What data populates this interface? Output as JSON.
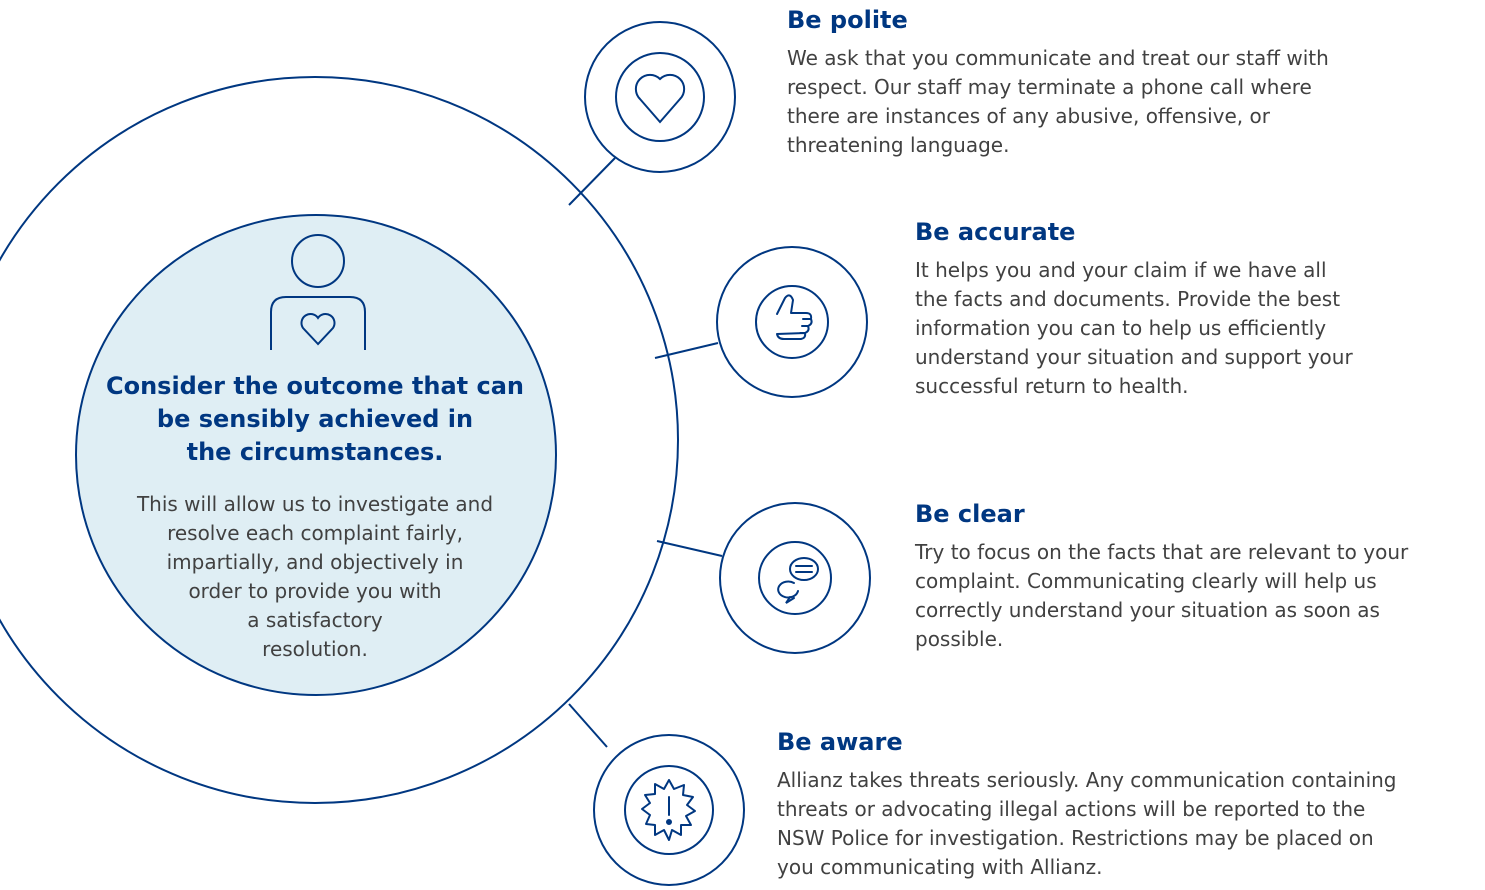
{
  "center": {
    "title_lines": [
      "Consider the outcome that can",
      "be sensibly achieved in",
      "the circumstances."
    ],
    "body_lines": [
      "This will allow us to investigate and",
      "resolve each complaint fairly,",
      "impartially, and objectively in",
      "order to provide you with",
      "a satisfactory",
      "resolution."
    ]
  },
  "items": [
    {
      "icon": "heart-icon",
      "heading": "Be polite",
      "body_lines": [
        "We ask that you communicate and treat our staff with",
        "respect. Our staff may terminate a phone call where",
        "there are instances of any abusive, offensive, or",
        "threatening language."
      ]
    },
    {
      "icon": "thumbs-up-icon",
      "heading": "Be accurate",
      "body_lines": [
        "It helps you and your claim if we have all",
        "the facts and documents. Provide the best",
        "information you can to help us efficiently",
        "understand your situation and support your",
        "successful return to health."
      ]
    },
    {
      "icon": "speech-bubbles-icon",
      "heading": "Be clear",
      "body_lines": [
        "Try to focus on the facts that are relevant to your",
        "complaint. Communicating clearly will help us",
        "correctly understand your situation as soon as",
        "possible."
      ]
    },
    {
      "icon": "warning-burst-icon",
      "heading": "Be aware",
      "body_lines": [
        "Allianz takes threats seriously. Any communication containing",
        "threats or advocating illegal actions will be reported to the",
        "NSW Police for investigation. Restrictions may be placed on",
        "you communicating with Allianz."
      ]
    }
  ],
  "colors": {
    "navy": "#003781",
    "light_fill": "#dfeef4",
    "text": "#414141",
    "background": "#ffffff"
  }
}
